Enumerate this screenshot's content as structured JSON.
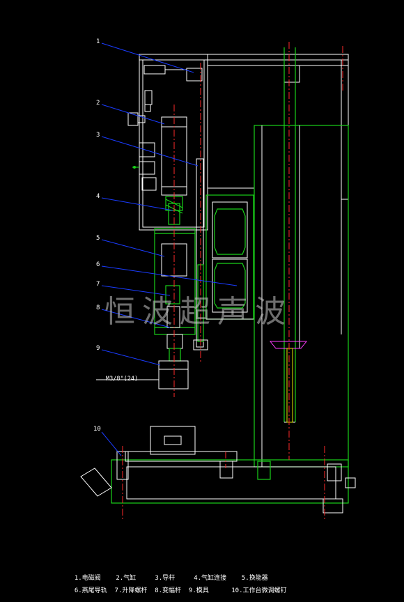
{
  "callouts": [
    "1",
    "2",
    "3",
    "4",
    "5",
    "6",
    "7",
    "8",
    "9",
    "10"
  ],
  "thread_note": "M3/8\"(24)",
  "watermark": "恒波超声波",
  "legend": {
    "row1": [
      "1.电磁阀",
      "2.气缸",
      "3.导杆",
      "4.气缸连接",
      "5.换能器"
    ],
    "row2": [
      "6.燕尾导轨",
      "7.升降螺杆",
      "8.变幅杆",
      "9.模具",
      "10.工作台微调螺钉"
    ]
  },
  "colors": {
    "outline": "#ffffff",
    "hatch": "#19d219",
    "centerline": "#ff2a2a",
    "leader": "#1a3cff",
    "accent": "#ff3cff"
  }
}
